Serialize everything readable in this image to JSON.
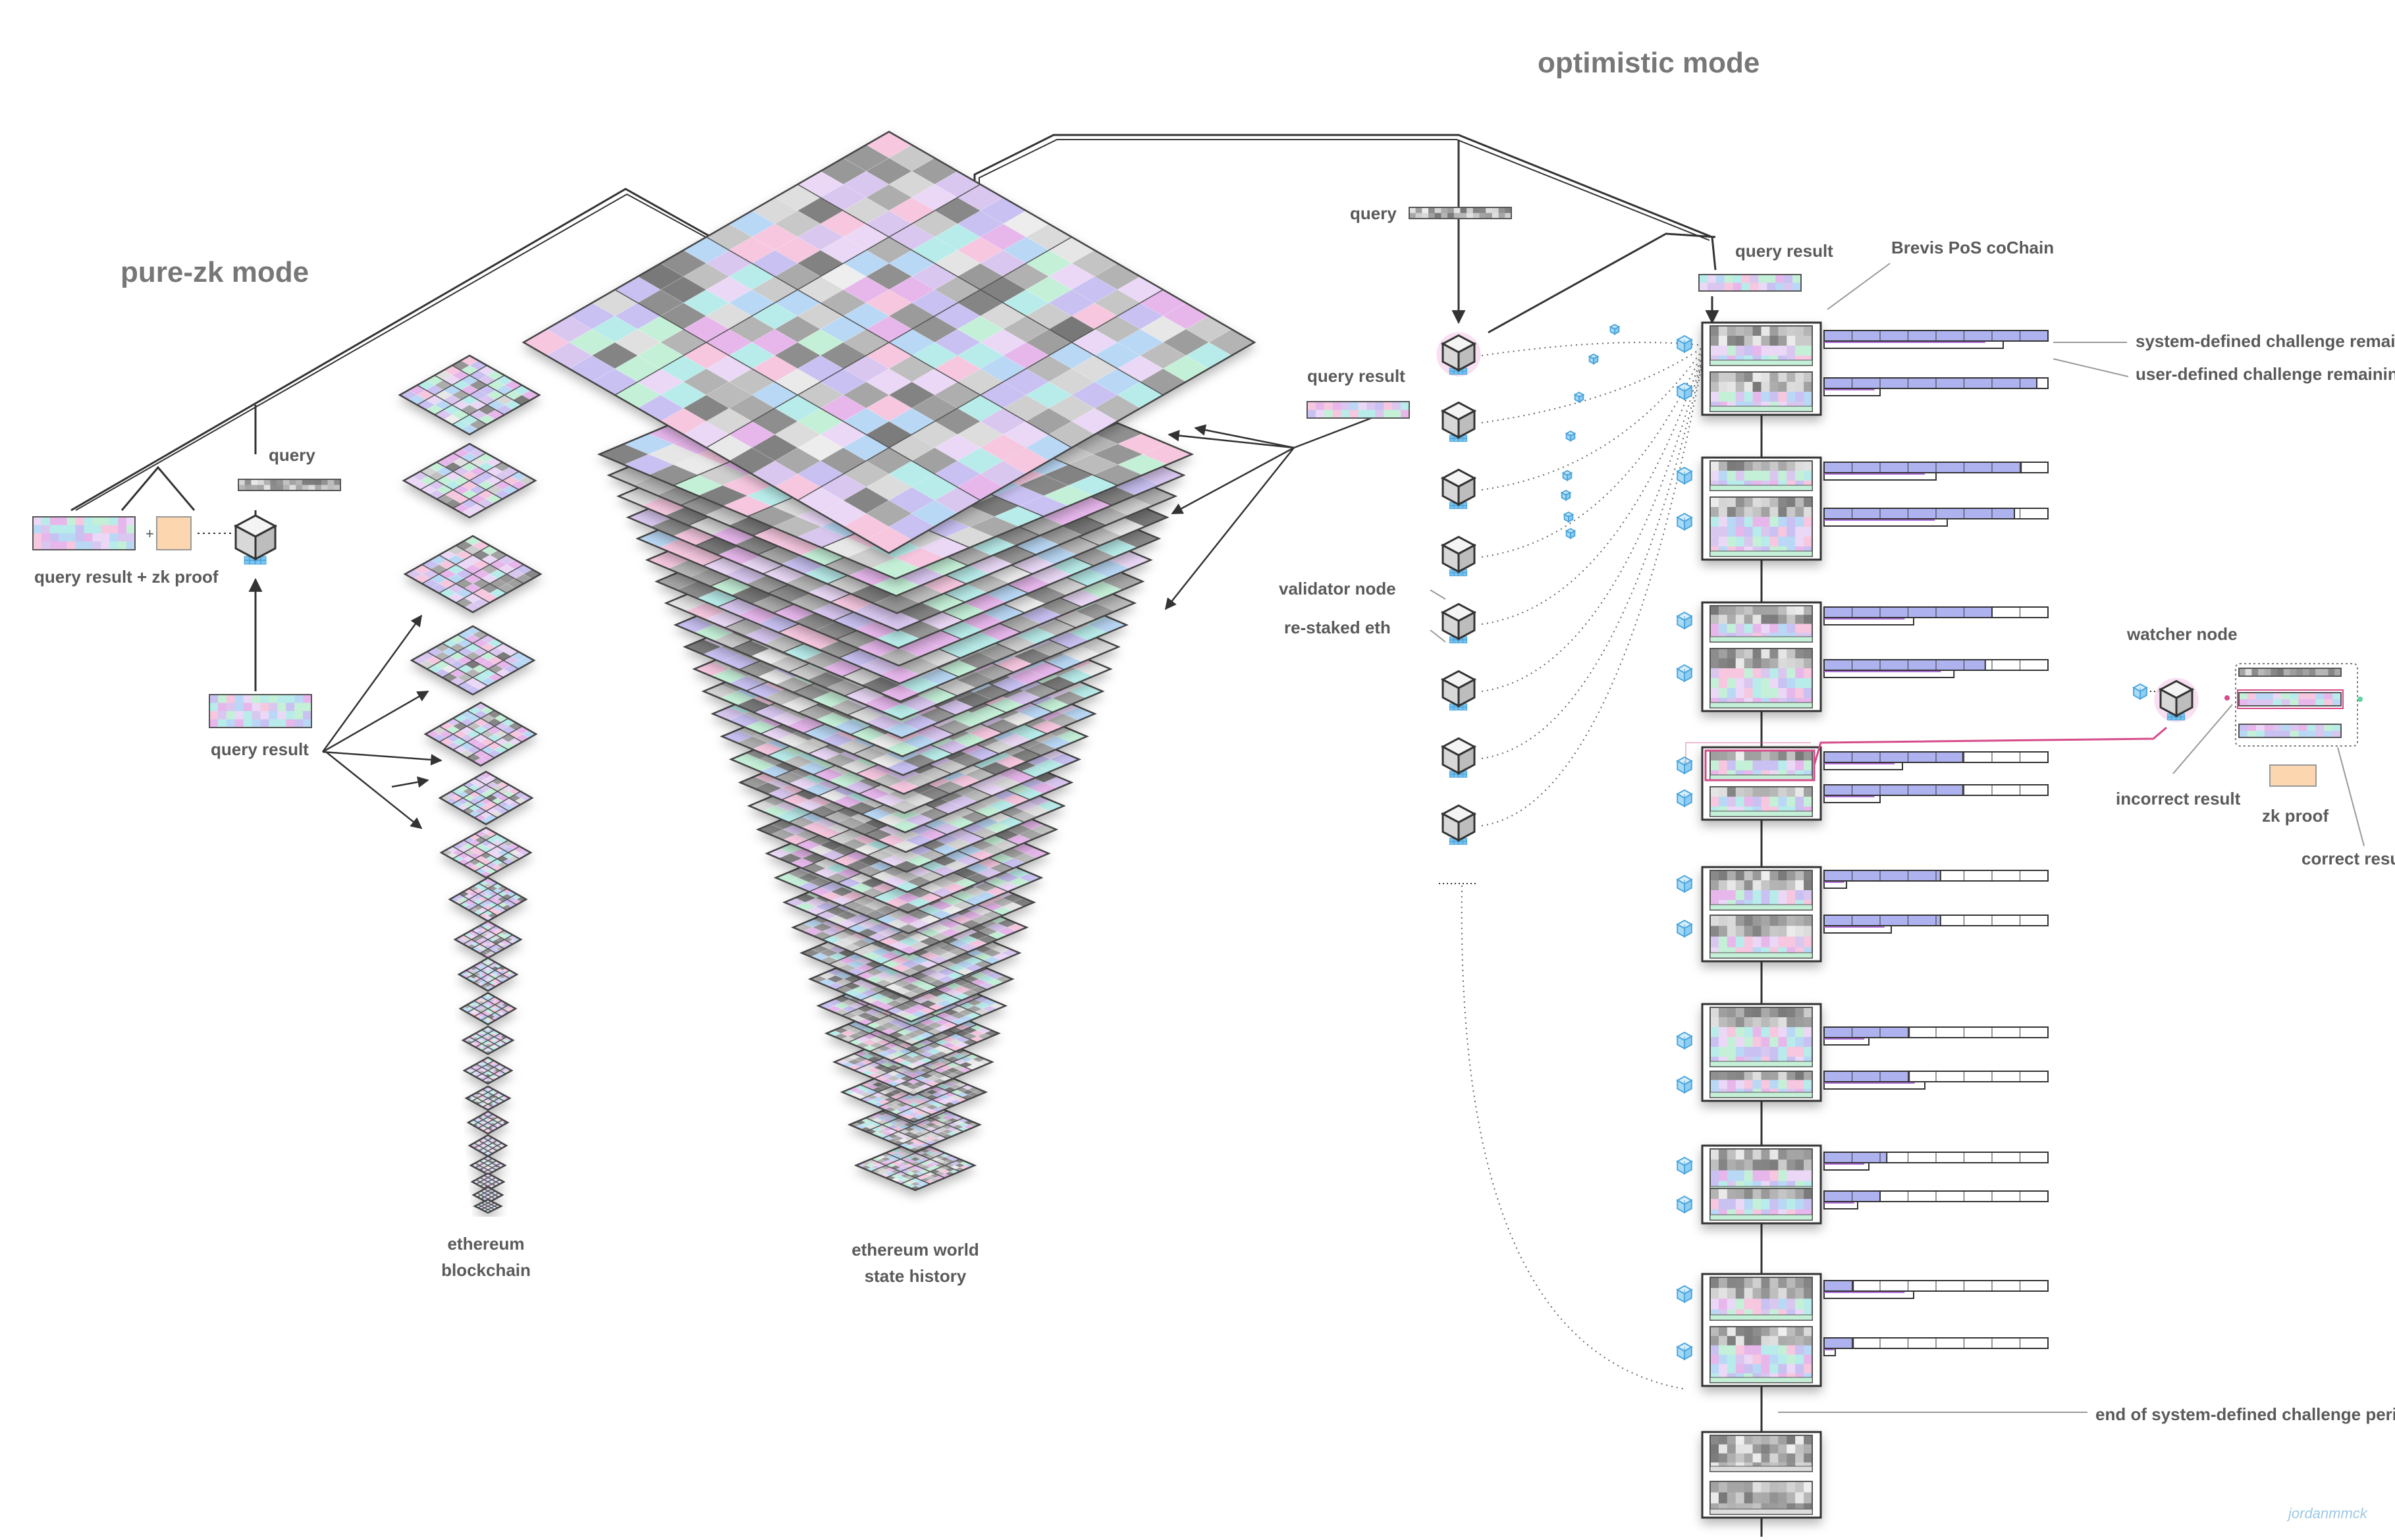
{
  "headings": {
    "pure_zk": "pure-zk mode",
    "optimistic": "optimistic mode"
  },
  "labels": {
    "query_left": "query",
    "query_result_zk_proof": "query result + zk proof",
    "query_result_left": "query result",
    "ethereum_blockchain": [
      "ethereum",
      "blockchain"
    ],
    "world_state_history": [
      "ethereum world",
      "state history"
    ],
    "query_mid": "query",
    "query_result_mid": "query result",
    "query_result_chain": "query result",
    "validator_node": "validator node",
    "re_staked_eth": "re-staked eth",
    "cochain": "Brevis PoS coChain",
    "system_challenge": "system-defined challenge remaining",
    "user_challenge": "user-defined challenge remaining",
    "watcher_node": "watcher node",
    "incorrect_result": "incorrect result",
    "zk_proof": "zk proof",
    "correct_result": "correct result",
    "end_period": "end of system-defined challenge period",
    "signature": "jordanmmck"
  },
  "challenge_remaining": [
    {
      "system": 1.0,
      "user": 0.8
    },
    {
      "system": 0.95,
      "user": 0.25
    },
    {
      "system": 0.88,
      "user": 0.5
    },
    {
      "system": 0.85,
      "user": 0.55
    },
    {
      "system": 0.75,
      "user": 0.4
    },
    {
      "system": 0.72,
      "user": 0.58
    },
    {
      "system": 0.62,
      "user": 0.35
    },
    {
      "system": 0.62,
      "user": 0.25
    },
    {
      "system": 0.52,
      "user": 0.1
    },
    {
      "system": 0.52,
      "user": 0.3
    },
    {
      "system": 0.38,
      "user": 0.2
    },
    {
      "system": 0.38,
      "user": 0.45
    },
    {
      "system": 0.28,
      "user": 0.2
    },
    {
      "system": 0.25,
      "user": 0.15
    },
    {
      "system": 0.13,
      "user": 0.4
    },
    {
      "system": 0.13,
      "user": 0.05
    }
  ],
  "colors": {
    "ink": "#333333",
    "label": "#5a5a5a",
    "bar_fill": "#aeb3f0",
    "bar_user": "#b06fd8",
    "highlight": "#d64a8a",
    "proof": "#fbd6ae",
    "node_blue": "#7cc4f0",
    "pastels": [
      "#e7b7ec",
      "#c8c1f2",
      "#b9d8f5",
      "#c5f0d8",
      "#f6c7df",
      "#d9c7f0",
      "#b8ecea",
      "#ead8f6"
    ]
  }
}
